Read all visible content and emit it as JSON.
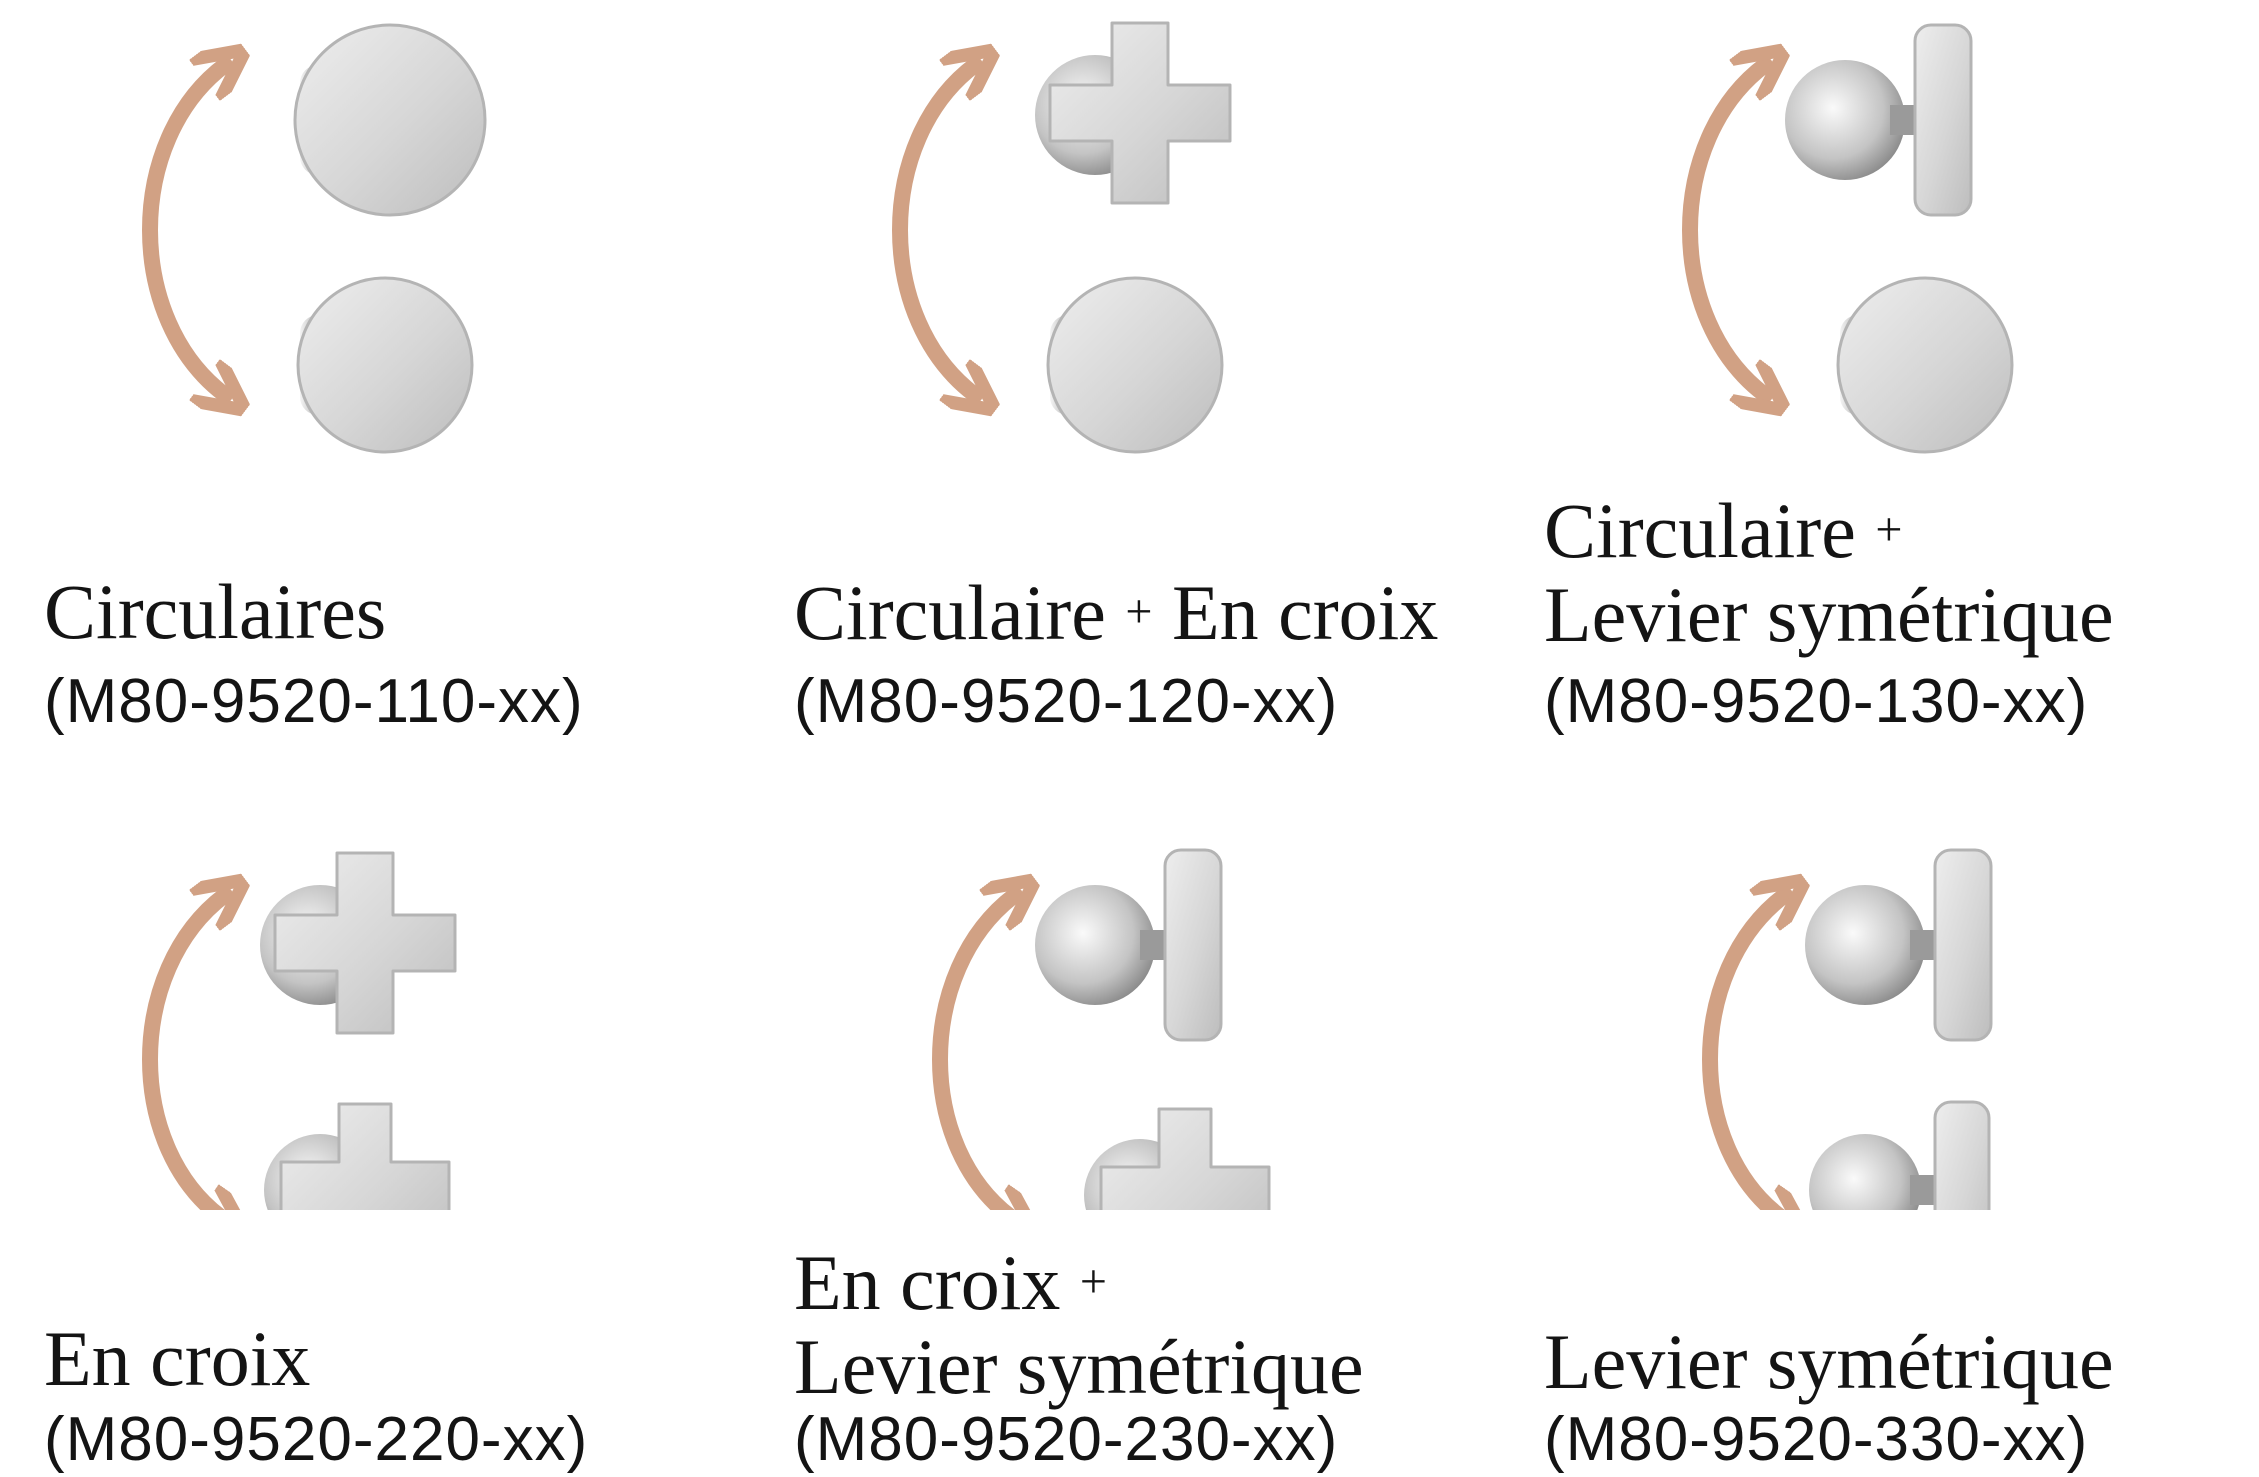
{
  "colors": {
    "arrow": "#d1a184",
    "chrome_light": "#e8e8e8",
    "chrome_mid": "#c9c9c9",
    "chrome_dark": "#8f8f8f",
    "text": "#141414"
  },
  "options": [
    {
      "line1": "Circulaires",
      "line1_plus": "",
      "line1_extra": "",
      "line2": "",
      "reference": "(M80-9520-110-xx)",
      "top_knob": "round-knob-icon",
      "bottom_knob": "round-knob-icon"
    },
    {
      "line1": "Circulaire",
      "line1_plus": "+",
      "line1_extra": "En croix",
      "line2": "",
      "reference": "(M80-9520-120-xx)",
      "top_knob": "cross-knob-icon",
      "bottom_knob": "round-knob-icon"
    },
    {
      "line1": "Circulaire",
      "line1_plus": "+",
      "line1_extra": "",
      "line2": "Levier symétrique",
      "reference": "(M80-9520-130-xx)",
      "top_knob": "lever-knob-icon",
      "bottom_knob": "round-knob-icon"
    },
    {
      "line1": "En croix",
      "line1_plus": "",
      "line1_extra": "",
      "line2": "",
      "reference": "(M80-9520-220-xx)",
      "top_knob": "cross-knob-icon",
      "bottom_knob": "cross-knob-icon"
    },
    {
      "line1": "En croix",
      "line1_plus": "+",
      "line1_extra": "",
      "line2": "Levier symétrique",
      "reference": "(M80-9520-230-xx)",
      "top_knob": "lever-knob-icon",
      "bottom_knob": "cross-knob-icon"
    },
    {
      "line1": "Levier symétrique",
      "line1_plus": "",
      "line1_extra": "",
      "line2": "",
      "reference": "(M80-9520-330-xx)",
      "top_knob": "lever-knob-icon",
      "bottom_knob": "lever-knob-icon"
    }
  ]
}
